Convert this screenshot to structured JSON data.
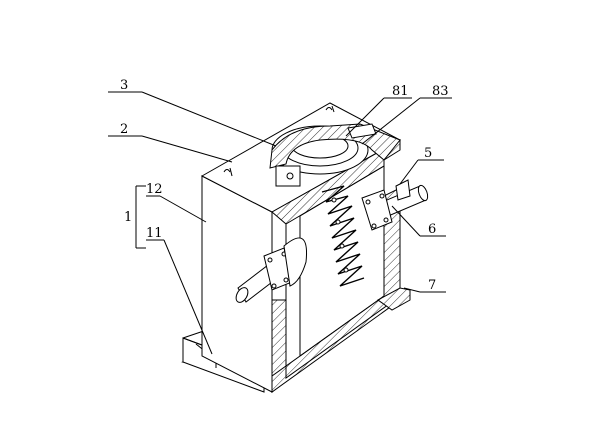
{
  "labels": {
    "l3": "3",
    "l2": "2",
    "l12": "12",
    "l1": "1",
    "l11": "11",
    "l81": "81",
    "l83": "83",
    "l5": "5",
    "l6": "6",
    "l7": "7"
  }
}
